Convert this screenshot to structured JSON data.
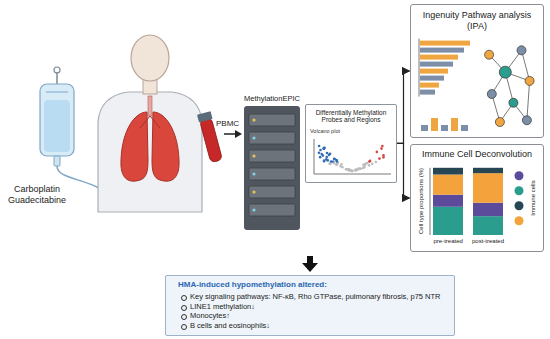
{
  "diagram": {
    "nodes": [
      {
        "text": [
          "MethylationEPIC"
        ]
      },
      {
        "text": [
          "Differentially Methylation Probes and Regions",
          "Volcano plot"
        ]
      },
      {
        "text": [
          "Ingenuity Pathway analysis (IPA)"
        ]
      },
      {
        "text": [
          "Immune Cell Deconvolution",
          "Cell type proportions (%)",
          "pre-treated",
          "post-treated",
          "Immune cells"
        ]
      },
      {
        "text": [
          "HMA-induced hypomethylation altered:",
          "Key signaling pathways: NF-κB, Rho GTPase, pulmonary fibrosis, p75 NTR",
          "LINE1 methylation↓",
          "Monocytes↑",
          "B cells and eosinophils↓"
        ]
      }
    ],
    "edges": [
      {
        "from": 1,
        "to": 2,
        "arrow": "to"
      },
      {
        "from": 1,
        "to": 3,
        "arrow": "to"
      }
    ],
    "labels": [
      "Carboplatin Guadecitabine",
      "PBMC"
    ]
  }
}
